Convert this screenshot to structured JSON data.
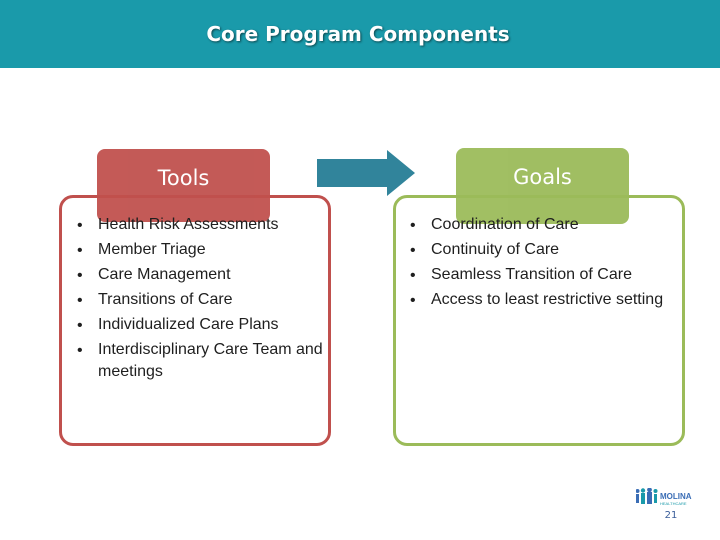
{
  "header": {
    "title": "Core Program Components"
  },
  "tools": {
    "label": "Tools",
    "items": [
      "Health Risk Assessments",
      "Member Triage",
      "Care Management",
      "Transitions of Care",
      "Individualized Care Plans",
      "Interdisciplinary Care Team and meetings"
    ]
  },
  "goals": {
    "label": "Goals",
    "items": [
      "Coordination of Care",
      "Continuity of Care",
      "Seamless Transition of Care",
      "Access to least restrictive setting"
    ]
  },
  "footer": {
    "logo_text": "MOLINA HEALTHCARE",
    "page_number": "21"
  },
  "colors": {
    "header": "#1a9aaa",
    "tools": "#c0504d",
    "goals": "#9bbb59",
    "arrow": "#31849b"
  }
}
